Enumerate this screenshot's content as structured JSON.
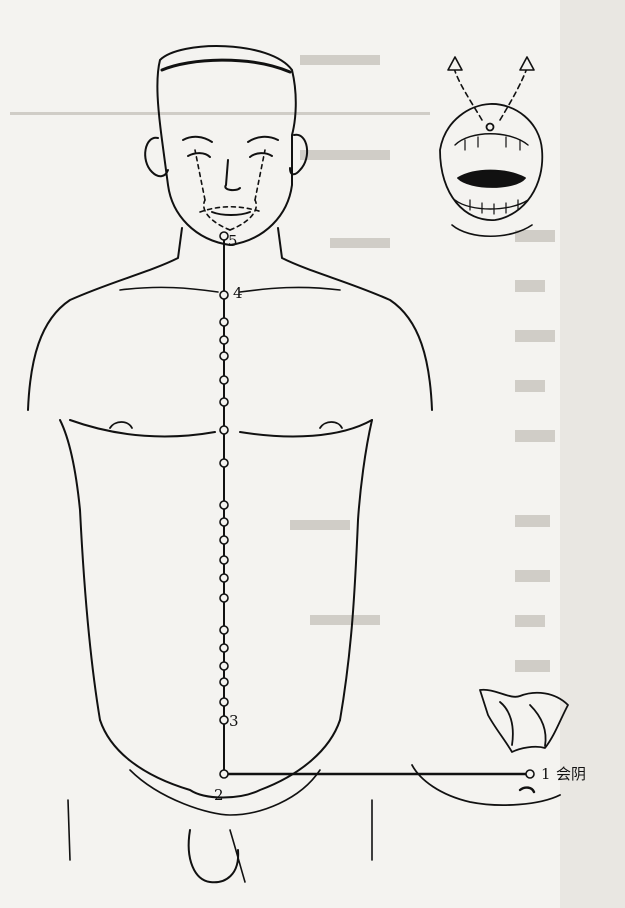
{
  "diagram": {
    "labels": {
      "point1": "1",
      "point1_name": "会阴",
      "point2": "2",
      "point3": "3",
      "point4": "4",
      "point5": "5"
    },
    "meridian_point_count": 24,
    "colors": {
      "ink": "#111111",
      "paper": "#f4f3f0",
      "faded_text": "#c9c6c0"
    }
  }
}
